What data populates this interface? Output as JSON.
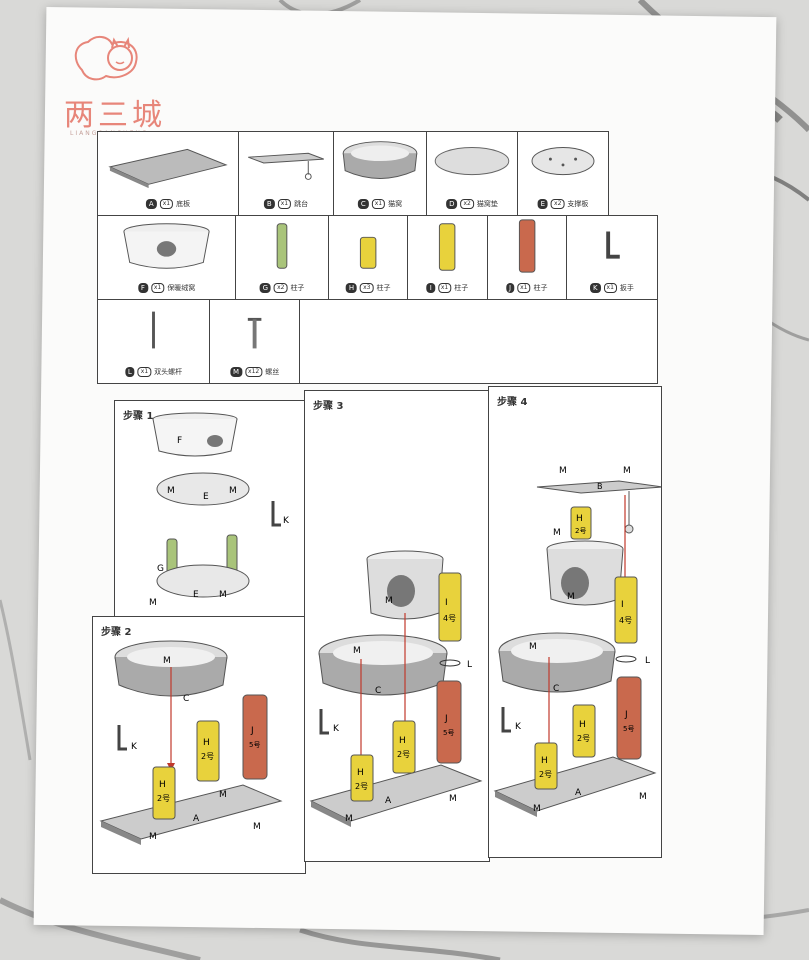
{
  "brand": {
    "name": "两三城",
    "sub": "LIANGSANCHENG"
  },
  "parts": [
    {
      "key": "A",
      "qty": "x1",
      "name": "底板"
    },
    {
      "key": "B",
      "qty": "x1",
      "name": "跳台"
    },
    {
      "key": "C",
      "qty": "x1",
      "name": "猫窝"
    },
    {
      "key": "D",
      "qty": "x2",
      "name": "猫窝垫"
    },
    {
      "key": "E",
      "qty": "x2",
      "name": "支撑板"
    },
    {
      "key": "F",
      "qty": "x1",
      "name": "保暖绒窝"
    },
    {
      "key": "G",
      "qty": "x2",
      "name": "柱子"
    },
    {
      "key": "H",
      "qty": "x3",
      "name": "柱子"
    },
    {
      "key": "I",
      "qty": "x1",
      "name": "柱子"
    },
    {
      "key": "J",
      "qty": "x1",
      "name": "柱子"
    },
    {
      "key": "K",
      "qty": "x1",
      "name": "扳手"
    },
    {
      "key": "L",
      "qty": "x1",
      "name": "双头螺杆"
    },
    {
      "key": "M",
      "qty": "x12",
      "name": "螺丝"
    }
  ],
  "steps": [
    {
      "title": "步骤 1"
    },
    {
      "title": "步骤 2"
    },
    {
      "title": "步骤 3"
    },
    {
      "title": "步骤 4"
    }
  ],
  "diagram_labels": {
    "post_h": "2号",
    "post_i": "4号",
    "post_j": "5号"
  },
  "colors": {
    "brand": "#e7867a",
    "post_green": "#a9c47a",
    "post_yellow": "#e8d23c",
    "post_red": "#c9694d",
    "arrow": "#c0392b"
  }
}
